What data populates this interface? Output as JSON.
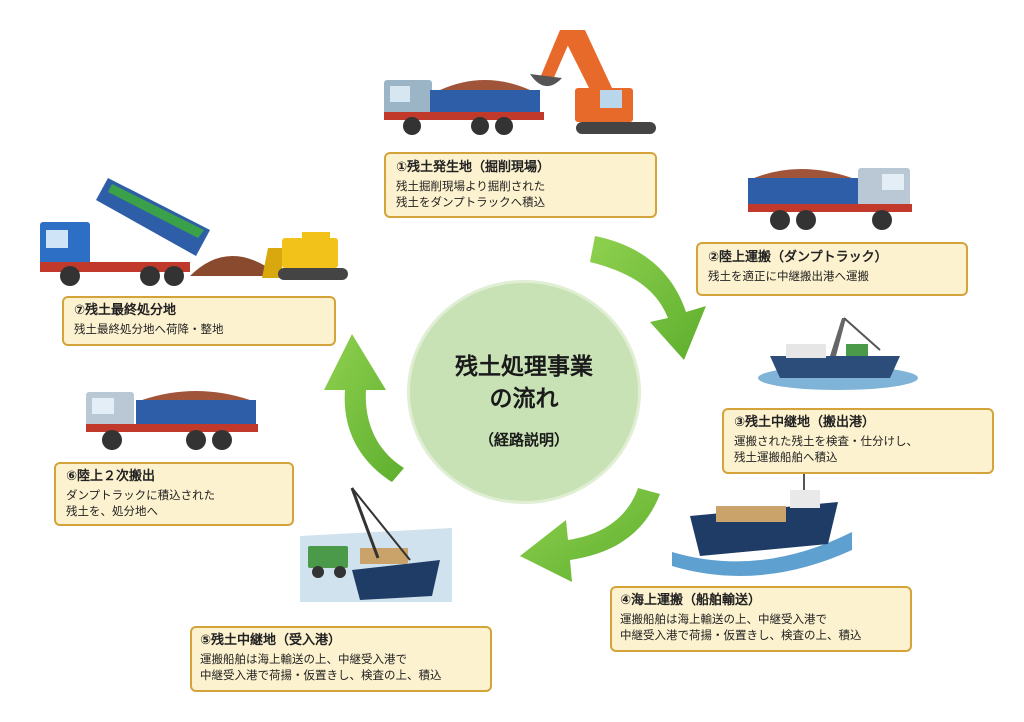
{
  "center": {
    "title": "残土処理事業\nの流れ",
    "subtitle": "（経路説明）"
  },
  "steps": [
    {
      "title": "①残土発生地（掘削現場）",
      "body": "残土掘削現場より掘削された\n残土をダンプトラックへ積込"
    },
    {
      "title": "②陸上運搬（ダンプトラック）",
      "body": "残土を適正に中継搬出港へ運搬"
    },
    {
      "title": "③残土中継地（搬出港）",
      "body": "運搬された残土を検査・仕分けし、\n残土運搬船舶へ積込"
    },
    {
      "title": "④海上運搬（船舶輸送）",
      "body": "運搬船舶は海上輸送の上、中継受入港で\n中継受入港で荷揚・仮置きし、検査の上、積込"
    },
    {
      "title": "⑤残土中継地（受入港）",
      "body": "運搬船舶は海上輸送の上、中継受入港で\n中継受入港で荷揚・仮置きし、検査の上、積込"
    },
    {
      "title": "⑥陸上２次搬出",
      "body": "ダンプトラックに積込された\n残土を、処分地へ"
    },
    {
      "title": "⑦残土最終処分地",
      "body": "残土最終処分地へ荷降・整地"
    }
  ],
  "illustrations": [
    "excavator-loading-truck-illustration",
    "dump-truck-illustration",
    "crane-ship-illustration",
    "cargo-ship-illustration",
    "port-unloading-illustration",
    "dump-truck-illustration",
    "dump-and-bulldozer-illustration"
  ],
  "colors": {
    "arrow": "#6fbf3a",
    "box_fill": "#fdf2cf",
    "box_border": "#d4a43b",
    "center_fill": "#c8e2b6"
  }
}
